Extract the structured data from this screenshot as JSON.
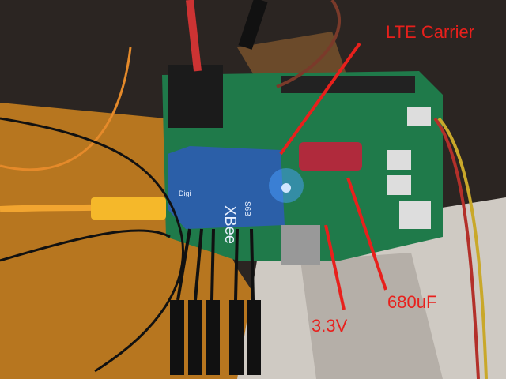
{
  "annotations": {
    "lte_carrier": "LTE Carrier",
    "voltage": "3.3V",
    "capacitor": "680uF"
  },
  "board_text": {
    "module_brand": "XBee",
    "module_model": "S6B",
    "module_vendor": "Digi"
  },
  "colors": {
    "annotation": "#e8201c",
    "pcb": "#1f7a4a",
    "module": "#2b5fa8",
    "led": "#4aa0ff"
  }
}
